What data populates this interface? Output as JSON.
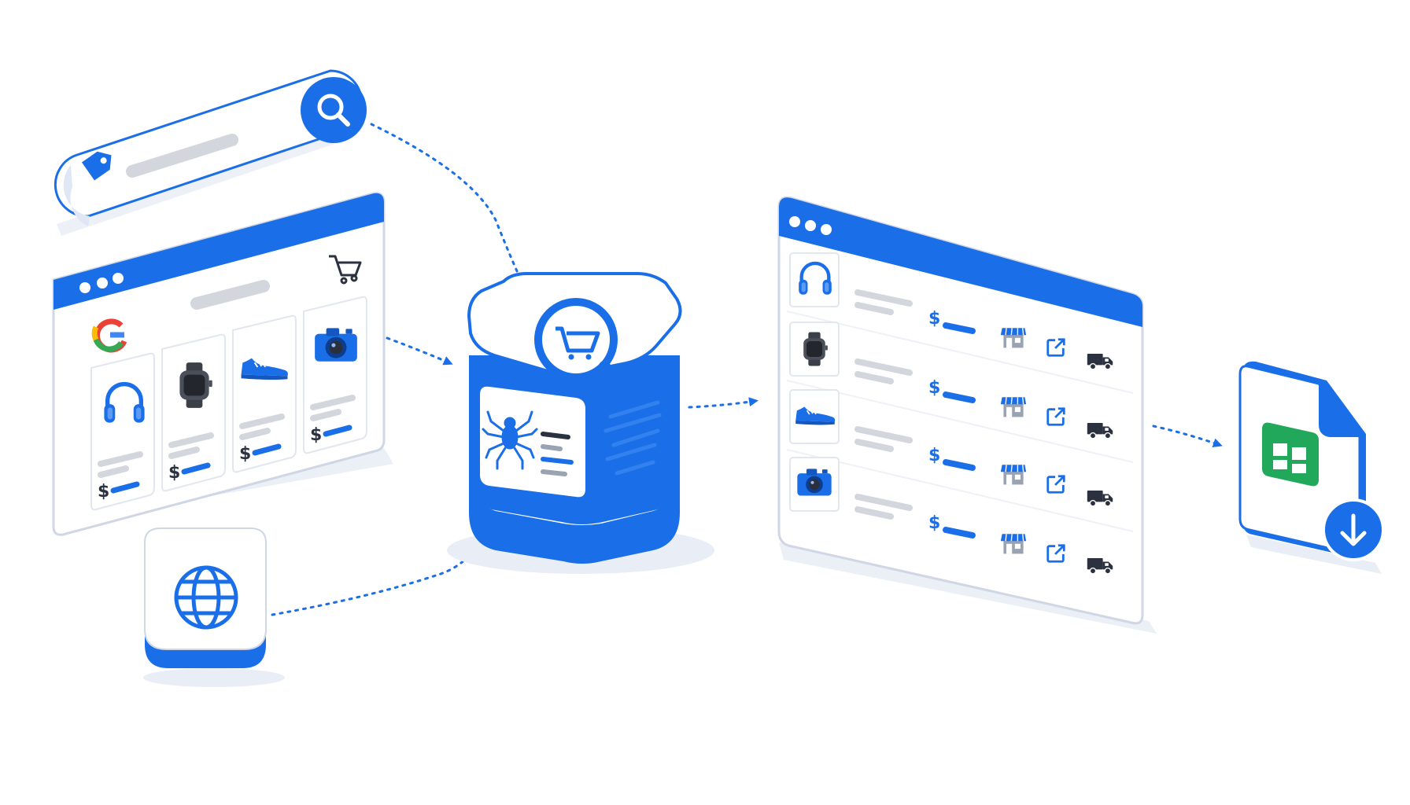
{
  "colors": {
    "primary": "#1a6fe8",
    "primary_dark": "#1557c0",
    "panel_border": "#cfd6e4",
    "placeholder": "#d3d6dc",
    "shadow": "#e9edf5",
    "sheets_green": "#22a85a",
    "truck": "#2c3140"
  },
  "icons": {
    "search": "search-icon",
    "tag": "price-tag-icon",
    "cart": "shopping-cart-icon",
    "google": "google-logo-icon",
    "globe": "globe-icon",
    "spider": "spider-icon",
    "cart_magnifier": "cart-magnifier-icon",
    "store": "store-icon",
    "external_link": "external-link-icon",
    "truck": "delivery-truck-icon",
    "sheets": "spreadsheet-icon",
    "download": "download-icon"
  },
  "store_panel": {
    "products": [
      {
        "item": "headphones",
        "price_symbol": "$"
      },
      {
        "item": "smartwatch",
        "price_symbol": "$"
      },
      {
        "item": "sneaker",
        "price_symbol": "$"
      },
      {
        "item": "camera",
        "price_symbol": "$"
      }
    ]
  },
  "results_panel": {
    "rows": [
      {
        "item": "headphones",
        "price_symbol": "$"
      },
      {
        "item": "smartwatch",
        "price_symbol": "$"
      },
      {
        "item": "sneaker",
        "price_symbol": "$"
      },
      {
        "item": "camera",
        "price_symbol": "$"
      }
    ]
  }
}
